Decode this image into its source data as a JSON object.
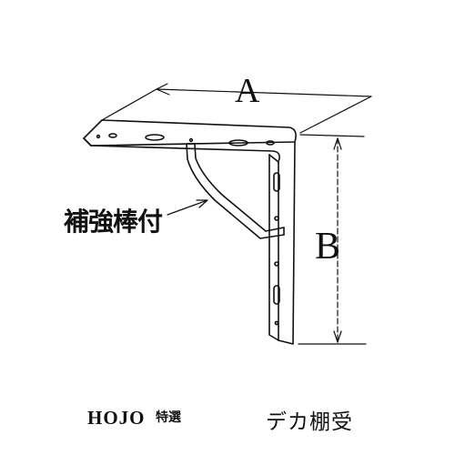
{
  "dimensions": {
    "width_label": "A",
    "height_label": "B"
  },
  "callout": {
    "text": "補強棒付"
  },
  "footer": {
    "brand": "HOJO",
    "tag": "特選",
    "product": "デカ棚受"
  },
  "colors": {
    "ink": "#111111",
    "background": "#ffffff"
  }
}
